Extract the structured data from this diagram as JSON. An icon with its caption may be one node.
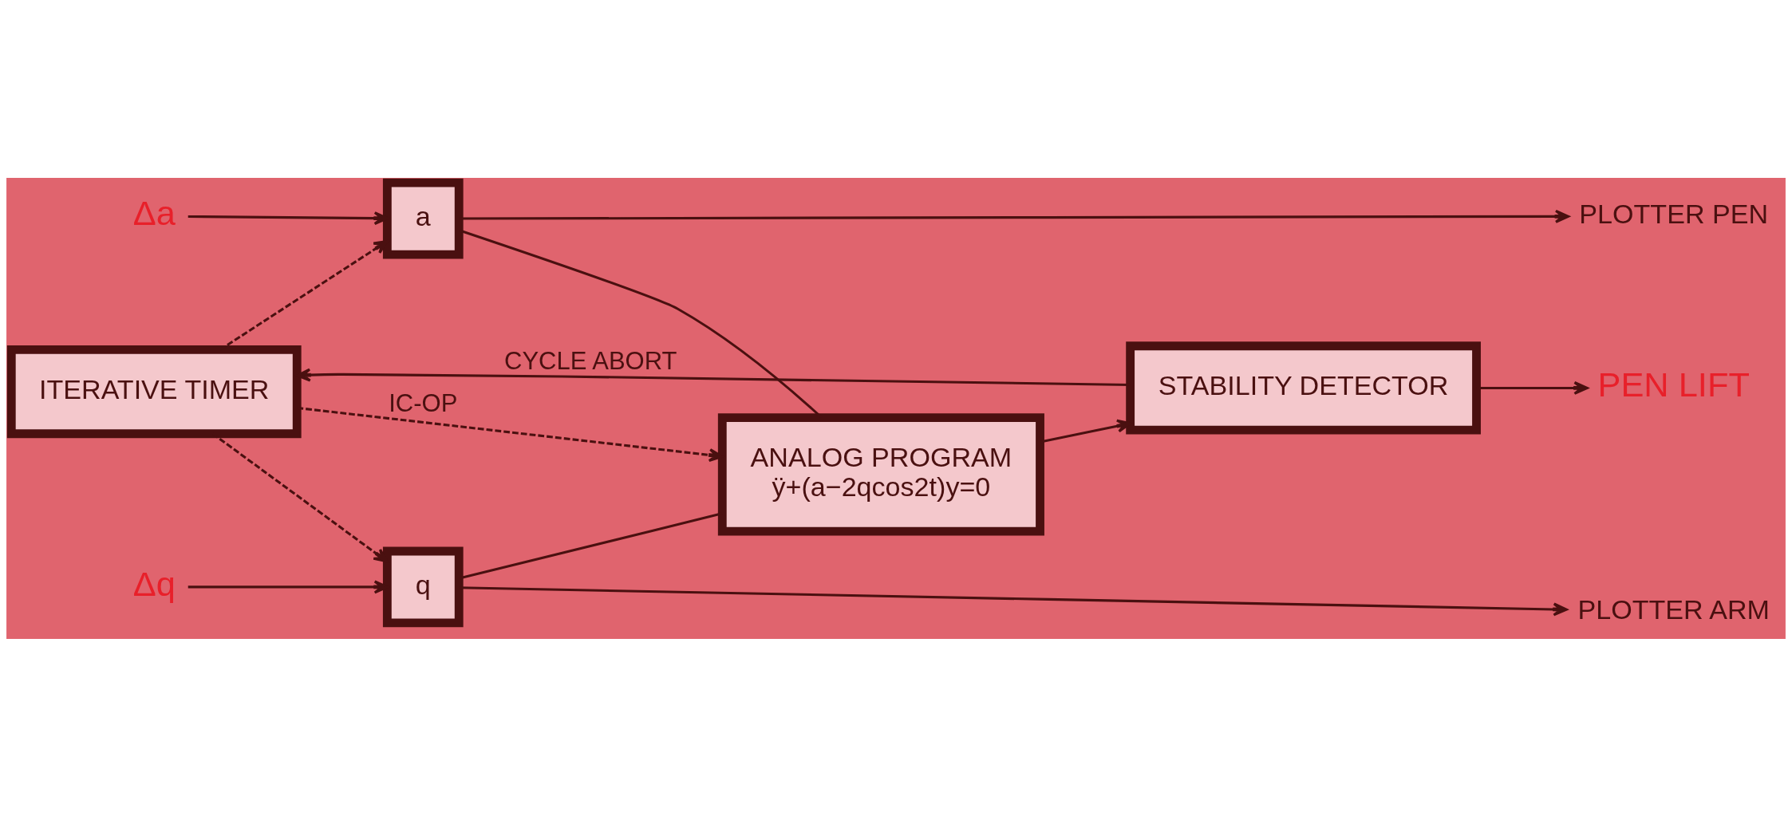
{
  "diagram": {
    "nodes": [
      {
        "text": [
          "Δa"
        ]
      },
      {
        "text": [
          "a"
        ]
      },
      {
        "text": [
          "PLOTTER PEN"
        ]
      },
      {
        "text": [
          "ITERATIVE TIMER"
        ]
      },
      {
        "text": [
          "ANALOG PROGRAM",
          "ÿ+(a−2qcos2t)y=0"
        ]
      },
      {
        "text": [
          "STABILITY DETECTOR"
        ]
      },
      {
        "text": [
          "PEN LIFT"
        ]
      },
      {
        "text": [
          "Δq"
        ]
      },
      {
        "text": [
          "q"
        ]
      },
      {
        "text": [
          "PLOTTER ARM"
        ]
      }
    ],
    "edges": [
      {
        "from": 0,
        "to": 1,
        "arrow": "to"
      },
      {
        "from": 1,
        "to": 2,
        "arrow": "to"
      },
      {
        "from": 1,
        "to": 4,
        "arrow": "none"
      },
      {
        "from": 3,
        "to": 4,
        "arrow": "to",
        "label": "IC-OP",
        "style": "dashed"
      },
      {
        "from": 3,
        "to": 1,
        "arrow": "to",
        "style": "dashed"
      },
      {
        "from": 3,
        "to": 8,
        "arrow": "to",
        "style": "dashed"
      },
      {
        "from": 4,
        "to": 5,
        "arrow": "to"
      },
      {
        "from": 5,
        "to": 6,
        "arrow": "to"
      },
      {
        "from": 7,
        "to": 8,
        "arrow": "to"
      },
      {
        "from": 8,
        "to": 9,
        "arrow": "to"
      },
      {
        "from": 8,
        "to": 4,
        "arrow": "none"
      },
      {
        "from": 5,
        "to": 3,
        "arrow": "to",
        "label": "CYCLE ABORT"
      }
    ]
  }
}
